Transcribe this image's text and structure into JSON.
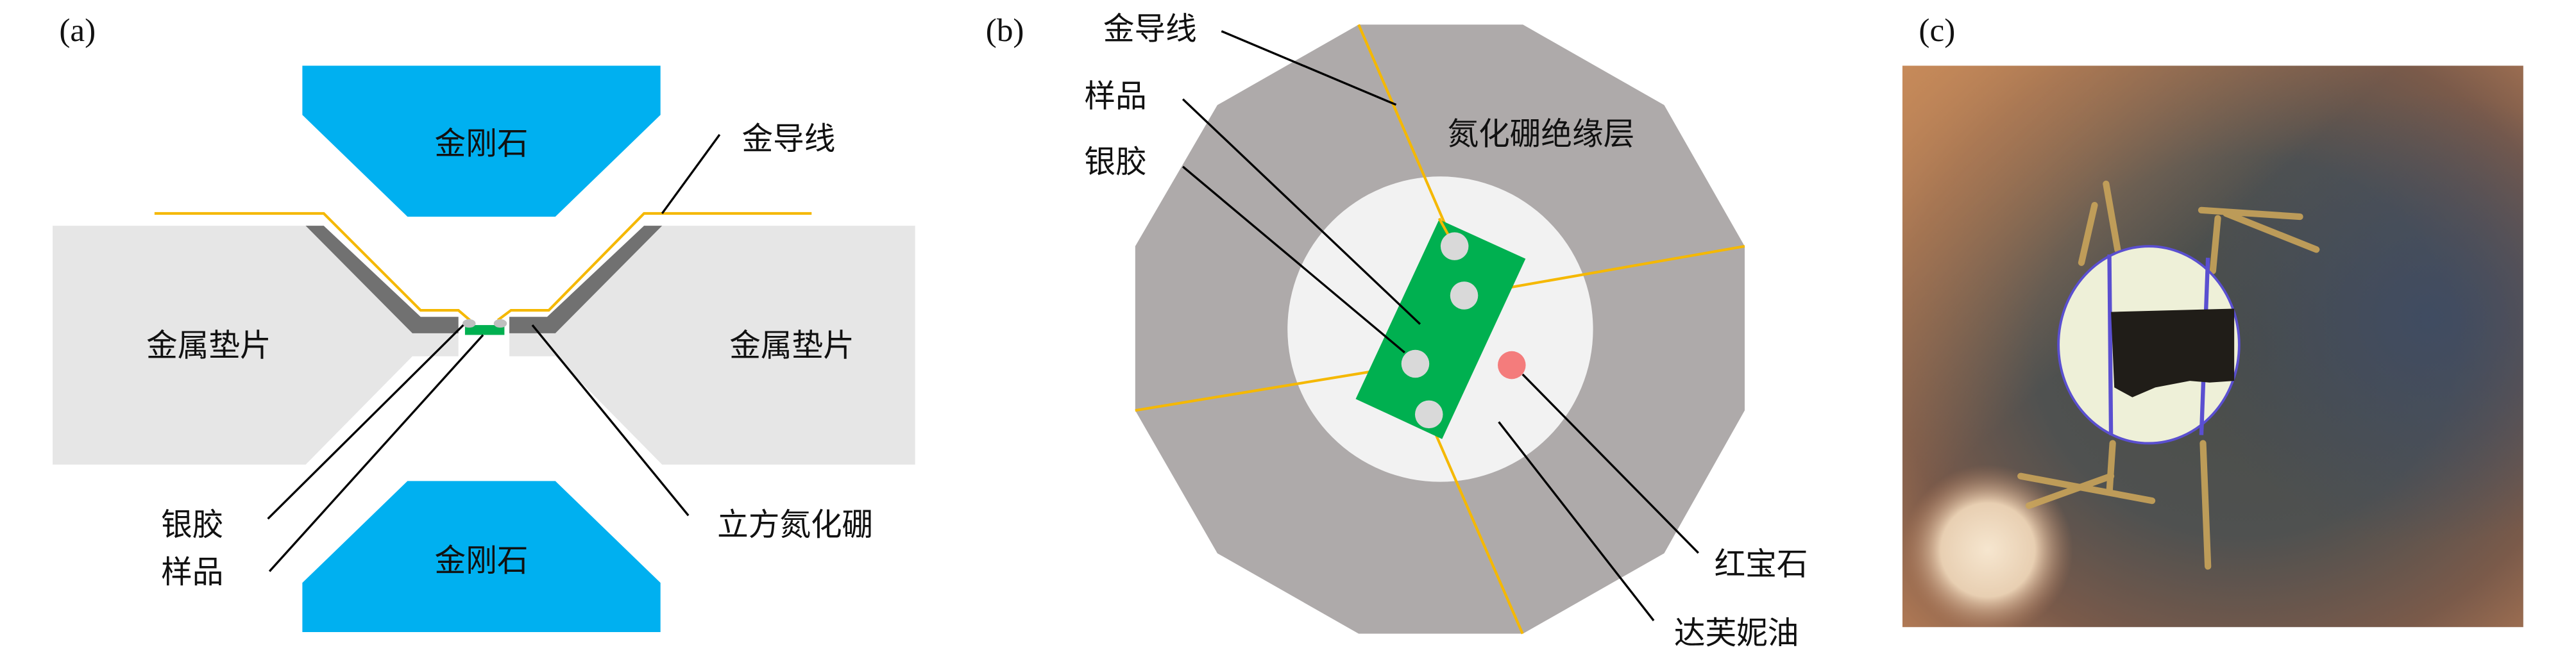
{
  "panels": {
    "a": {
      "tag": "(a)",
      "diamond_top": "金刚石",
      "diamond_bottom": "金刚石",
      "gasket_left": "金属垫片",
      "gasket_right": "金属垫片",
      "gold_wire": "金导线",
      "silver_paste": "银胶",
      "sample": "样品",
      "cbn": "立方氮化硼"
    },
    "b": {
      "tag": "(b)",
      "gold_wire": "金导线",
      "sample": "样品",
      "silver_paste": "银胶",
      "bn_insulation": "氮化硼绝缘层",
      "ruby": "红宝石",
      "daphne_oil": "达芙妮油"
    },
    "c": {
      "tag": "(c)"
    }
  },
  "colors": {
    "diamond": "#00b0f0",
    "gasket": "#e6e6e6",
    "cbn": "#717171",
    "gold": "#f5b800",
    "sample": "#00b050",
    "silver": "#d9d9d9",
    "insulation": "#aeaaaa",
    "oil": "#f2f2f2",
    "ruby": "#f47c7c"
  }
}
